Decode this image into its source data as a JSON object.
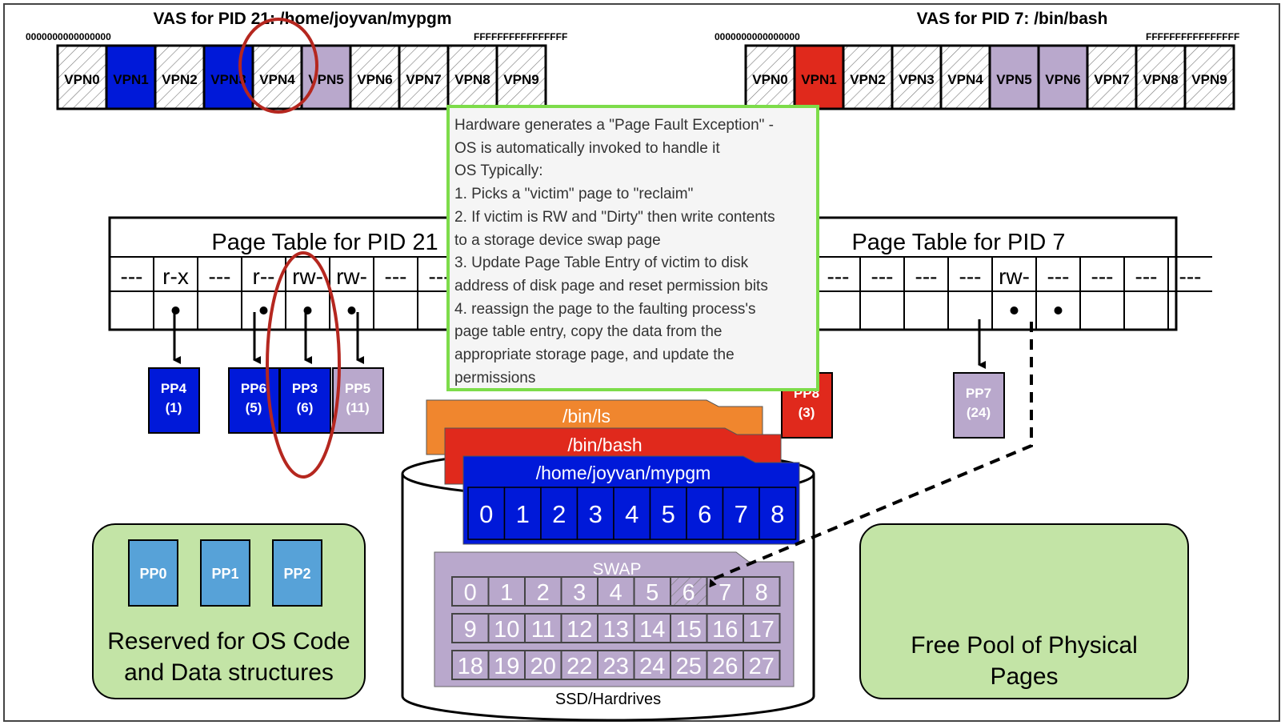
{
  "vas_left": {
    "title": "VAS for PID 21: /home/joyvan/mypgm",
    "addr_start": "0000000000000000",
    "addr_end": "FFFFFFFFFFFFFFFF",
    "vpns": [
      "VPN0",
      "VPN1",
      "VPN2",
      "VPN3",
      "VPN4",
      "VPN5",
      "VPN6",
      "VPN7",
      "VPN8",
      "VPN9"
    ],
    "fills": [
      "hatch",
      "#0019d9",
      "hatch",
      "#0019d9",
      "hatch",
      "#b9a8cc",
      "hatch",
      "hatch",
      "hatch",
      "hatch"
    ]
  },
  "vas_right": {
    "title": "VAS for PID 7: /bin/bash",
    "addr_start": "0000000000000000",
    "addr_end": "FFFFFFFFFFFFFFFF",
    "vpns": [
      "VPN0",
      "VPN1",
      "VPN2",
      "VPN3",
      "VPN4",
      "VPN5",
      "VPN6",
      "VPN7",
      "VPN8",
      "VPN9"
    ],
    "fills": [
      "hatch",
      "#e0291c",
      "hatch",
      "hatch",
      "hatch",
      "#b9a8cc",
      "#b9a8cc",
      "hatch",
      "hatch",
      "hatch"
    ]
  },
  "pt_left": {
    "title": "Page Table for PID 21",
    "perms": [
      "---",
      "r-x",
      "---",
      "r--",
      "rw-",
      "rw-",
      "---",
      "---"
    ],
    "pointers": [
      false,
      true,
      false,
      true,
      true,
      true,
      false,
      false
    ]
  },
  "pt_right": {
    "title": "Page Table for PID 7",
    "perms": [
      "---",
      "---",
      "---",
      "---",
      "rw-",
      "---",
      "---",
      "---",
      "---"
    ],
    "pointers": [
      false,
      false,
      false,
      false,
      true,
      true,
      false,
      false,
      false
    ]
  },
  "phys_pages": [
    {
      "label": "PP4",
      "sub": "(1)",
      "color": "#0019d9",
      "text": "#ffffff"
    },
    {
      "label": "PP6",
      "sub": "(5)",
      "color": "#0019d9",
      "text": "#ffffff"
    },
    {
      "label": "PP3",
      "sub": "(6)",
      "color": "#0019d9",
      "text": "#ffffff"
    },
    {
      "label": "PP5",
      "sub": "(11)",
      "color": "#b9a8cc",
      "text": "#ffffff"
    },
    {
      "label": "PP8",
      "sub": "(3)",
      "color": "#e0291c",
      "text": "#ffffff"
    },
    {
      "label": "PP7",
      "sub": "(24)",
      "color": "#b9a8cc",
      "text": "#ffffff"
    }
  ],
  "note_lines": [
    "Hardware generates a \"Page Fault Exception\" -",
    "OS is automatically invoked to handle it",
    "OS Typically:",
    "1. Picks a \"victim\" page to \"reclaim\"",
    "2. If victim is RW and \"Dirty\" then write contents",
    "to a storage device swap page",
    "3. Update Page Table Entry of victim to disk",
    "address of disk page and reset permission bits",
    "4. reassign the page to the faulting process's",
    "page table entry, copy the data from the",
    "appropriate storage page, and update the",
    "permissions"
  ],
  "files": [
    {
      "name": "/bin/ls",
      "color": "#f0862e"
    },
    {
      "name": "/bin/bash",
      "color": "#e0291c"
    },
    {
      "name": "/home/joyvan/mypgm",
      "color": "#0019d9"
    }
  ],
  "mypgm_blocks": [
    "0",
    "1",
    "2",
    "3",
    "4",
    "5",
    "6",
    "7",
    "8"
  ],
  "swap": {
    "label": "SWAP",
    "rows": [
      [
        "0",
        "1",
        "2",
        "3",
        "4",
        "5",
        "6",
        "7",
        "8"
      ],
      [
        "9",
        "10",
        "11",
        "12",
        "13",
        "14",
        "15",
        "16",
        "17"
      ],
      [
        "18",
        "19",
        "20",
        "22",
        "23",
        "24",
        "25",
        "26",
        "27"
      ]
    ],
    "hatched": "6"
  },
  "disk_label": "SSD/Hardrives",
  "reserved": {
    "pages": [
      "PP0",
      "PP1",
      "PP2"
    ],
    "label_lines": [
      "Reserved for OS Code",
      "and Data structures"
    ]
  },
  "free_pool": {
    "label_lines": [
      "Free Pool of Physical",
      "Pages"
    ]
  },
  "colors": {
    "accent_note_border": "#7ddc4a",
    "green_box": "#c3e4a6",
    "light_blue_page": "#57a2d8",
    "circle": "#b5271f"
  }
}
